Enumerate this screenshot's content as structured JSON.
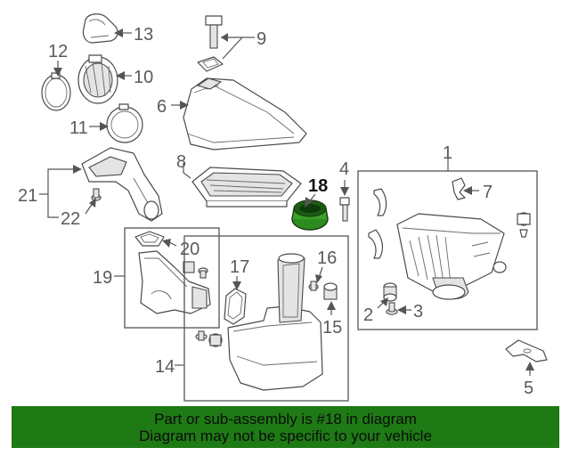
{
  "callouts": {
    "c1": "1",
    "c2": "2",
    "c3": "3",
    "c4": "4",
    "c5": "5",
    "c6": "6",
    "c7": "7",
    "c8": "8",
    "c9": "9",
    "c10": "10",
    "c11": "11",
    "c12": "12",
    "c13": "13",
    "c14": "14",
    "c15": "15",
    "c16": "16",
    "c17": "17",
    "c18": "18",
    "c19": "19",
    "c20": "20",
    "c21": "21",
    "c22": "22"
  },
  "highlighted_part": "18",
  "colors": {
    "highlight_fill": "#2e8b1f",
    "banner_bg": "#1e7a14",
    "line": "#4a4a4a"
  },
  "banner": {
    "line1": "Part or sub-assembly is #18 in diagram",
    "line2": "Diagram may not be specific to your vehicle"
  }
}
